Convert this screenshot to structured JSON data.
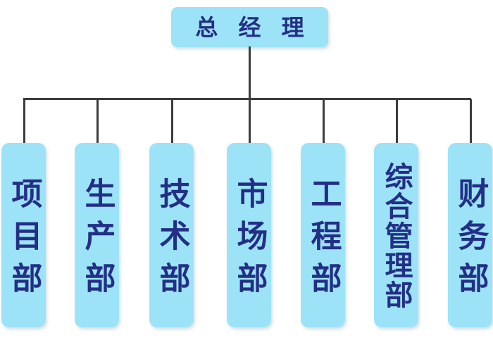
{
  "chart_data": {
    "type": "diagram",
    "diagram_type": "organization-chart",
    "title": "",
    "orientation": "top-down",
    "root": {
      "id": "general-manager",
      "label": "总 经 理",
      "text": "总经理",
      "level": 0
    },
    "nodes": [
      {
        "id": "project-dept",
        "label": "项目部",
        "level": 1,
        "char_count": 3,
        "parent": "general-manager"
      },
      {
        "id": "production-dept",
        "label": "生产部",
        "level": 1,
        "char_count": 3,
        "parent": "general-manager"
      },
      {
        "id": "technology-dept",
        "label": "技术部",
        "level": 1,
        "char_count": 3,
        "parent": "general-manager"
      },
      {
        "id": "marketing-dept",
        "label": "市场部",
        "level": 1,
        "char_count": 3,
        "parent": "general-manager"
      },
      {
        "id": "engineering-dept",
        "label": "工程部",
        "level": 1,
        "char_count": 3,
        "parent": "general-manager"
      },
      {
        "id": "admin-dept",
        "label": "综合管理部",
        "level": 1,
        "char_count": 5,
        "parent": "general-manager"
      },
      {
        "id": "finance-dept",
        "label": "财务部",
        "level": 1,
        "char_count": 3,
        "parent": "general-manager"
      }
    ],
    "edges": [
      {
        "from": "general-manager",
        "to": "project-dept"
      },
      {
        "from": "general-manager",
        "to": "production-dept"
      },
      {
        "from": "general-manager",
        "to": "technology-dept"
      },
      {
        "from": "general-manager",
        "to": "marketing-dept"
      },
      {
        "from": "general-manager",
        "to": "engineering-dept"
      },
      {
        "from": "general-manager",
        "to": "admin-dept"
      },
      {
        "from": "general-manager",
        "to": "finance-dept"
      }
    ],
    "node_count": 8,
    "branch_count": 7
  },
  "colors": {
    "node_fill": "#9ce3f7",
    "node_text": "#232f86",
    "connector": "#3c3c3c",
    "background": "#ffffff"
  }
}
